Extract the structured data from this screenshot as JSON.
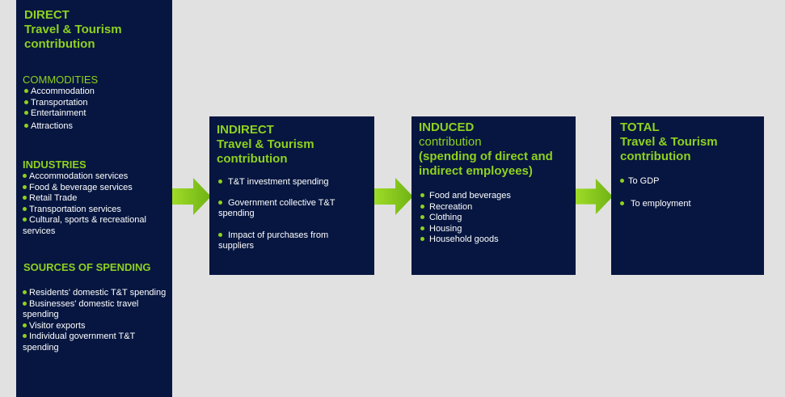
{
  "direct": {
    "title_1": "DIRECT",
    "title_2": "Travel & Tourism",
    "title_3": "contribution",
    "commodities": {
      "heading": "COMMODITIES",
      "items": [
        "Accommodation",
        "Transportation",
        "Entertainment",
        "Attractions"
      ]
    },
    "industries": {
      "heading": "INDUSTRIES",
      "items": [
        "Accommodation services",
        "Food & beverage services",
        "Retail Trade",
        "Transportation services",
        "Cultural, sports & recreational services"
      ]
    },
    "sources": {
      "heading": "SOURCES OF SPENDING",
      "items": [
        "Residents' domestic T&T spending",
        "Businesses' domestic travel spending",
        "Visitor exports",
        "Individual government T&T spending"
      ]
    }
  },
  "indirect": {
    "title_1": "INDIRECT",
    "title_2": "Travel & Tourism",
    "title_3": "contribution",
    "items": [
      "T&T investment spending",
      "Government collective T&T spending",
      "Impact of purchases from suppliers"
    ]
  },
  "induced": {
    "title_1": "INDUCED",
    "title_2": "contribution",
    "title_3": "(spending of direct and",
    "title_4": "indirect employees)",
    "items": [
      "Food and beverages",
      "Recreation",
      "Clothing",
      "Housing",
      "Household goods"
    ]
  },
  "total": {
    "title_1": "TOTAL",
    "title_2": "Travel & Tourism",
    "title_3": "contribution",
    "items": [
      "To GDP",
      "To employment"
    ]
  },
  "colors": {
    "box": "#061640",
    "accent": "#8fd11e",
    "background": "#e1e1e1"
  }
}
